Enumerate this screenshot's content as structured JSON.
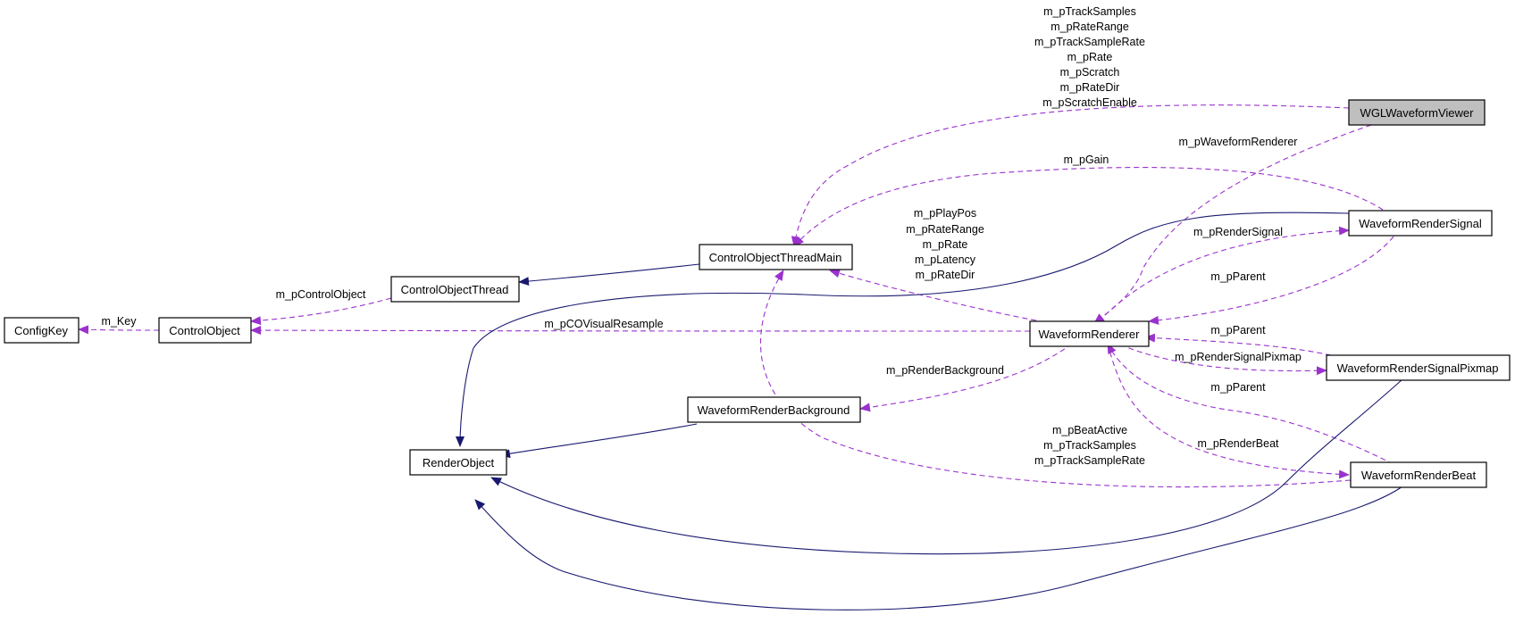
{
  "nodes": {
    "wgl": "WGLWaveformViewer",
    "signal": "WaveformRenderSignal",
    "cotm": "ControlObjectThreadMain",
    "cot": "ControlObjectThread",
    "configkey": "ConfigKey",
    "controlobject": "ControlObject",
    "renderer": "WaveformRenderer",
    "pixmap": "WaveformRenderSignalPixmap",
    "background": "WaveformRenderBackground",
    "renderobject": "RenderObject",
    "beat": "WaveformRenderBeat"
  },
  "labels": {
    "wgl_to_cotm": [
      "m_pTrackSamples",
      "m_pRateRange",
      "m_pTrackSampleRate",
      "m_pRate",
      "m_pScratch",
      "m_pRateDir",
      "m_pScratchEnable"
    ],
    "wgl_to_renderer": "m_pWaveformRenderer",
    "signal_to_cotm": "m_pGain",
    "renderer_to_cotm": [
      "m_pPlayPos",
      "m_pRateRange",
      "m_pRate",
      "m_pLatency",
      "m_pRateDir"
    ],
    "renderer_to_signal": "m_pRenderSignal",
    "signal_to_renderer": "m_pParent",
    "cot_to_controlobject": "m_pControlObject",
    "controlobject_to_configkey": "m_Key",
    "renderer_to_controlobject": "m_pCOVisualResample",
    "pixmap_to_renderer": "m_pParent",
    "renderer_to_pixmap": "m_pRenderSignalPixmap",
    "renderer_to_background": "m_pRenderBackground",
    "beat_to_renderer": "m_pParent",
    "beat_to_cotm": [
      "m_pBeatActive",
      "m_pTrackSamples",
      "m_pTrackSampleRate"
    ],
    "renderer_to_beat": "m_pRenderBeat"
  },
  "colors": {
    "usage_edge": "#9a32cd",
    "inheritance_edge": "#191970",
    "focus_node_fill": "#bfbfbf"
  }
}
